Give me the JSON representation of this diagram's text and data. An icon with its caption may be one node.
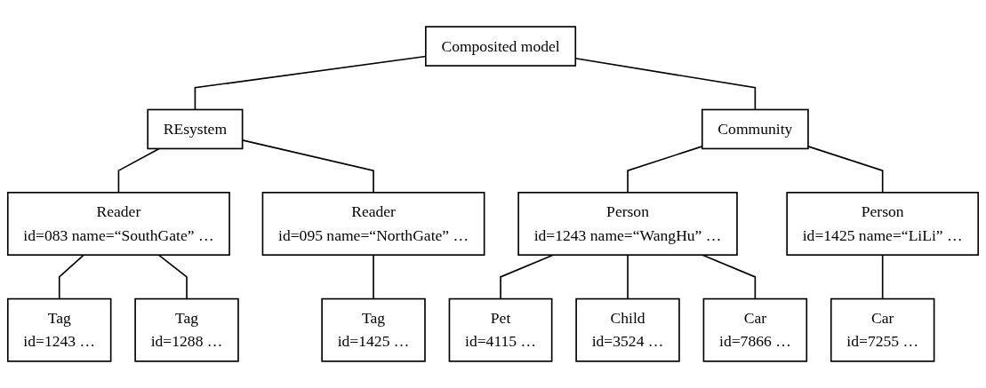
{
  "diagram": {
    "nodes": [
      {
        "text": [
          "Composited model"
        ]
      },
      {
        "text": [
          "REsystem"
        ]
      },
      {
        "text": [
          "Community"
        ]
      },
      {
        "text": [
          "Reader",
          "id=083 name=“SouthGate” …"
        ]
      },
      {
        "text": [
          "Reader",
          "id=095 name=“NorthGate” …"
        ]
      },
      {
        "text": [
          "Person",
          "id=1243 name=“WangHu” …"
        ]
      },
      {
        "text": [
          "Person",
          "id=1425 name=“LiLi” …"
        ]
      },
      {
        "text": [
          "Tag",
          "id=1243 …"
        ]
      },
      {
        "text": [
          "Tag",
          "id=1288 …"
        ]
      },
      {
        "text": [
          "Tag",
          "id=1425 …"
        ]
      },
      {
        "text": [
          "Pet",
          "id=4115 …"
        ]
      },
      {
        "text": [
          "Child",
          "id=3524 …"
        ]
      },
      {
        "text": [
          "Car",
          "id=7866 …"
        ]
      },
      {
        "text": [
          "Car",
          "id=7255 …"
        ]
      }
    ],
    "edges": [
      {
        "from": 0,
        "to": 1,
        "arrow": "none"
      },
      {
        "from": 0,
        "to": 2,
        "arrow": "none"
      },
      {
        "from": 1,
        "to": 3,
        "arrow": "none"
      },
      {
        "from": 1,
        "to": 4,
        "arrow": "none"
      },
      {
        "from": 2,
        "to": 5,
        "arrow": "none"
      },
      {
        "from": 2,
        "to": 6,
        "arrow": "none"
      },
      {
        "from": 3,
        "to": 7,
        "arrow": "none"
      },
      {
        "from": 3,
        "to": 8,
        "arrow": "none"
      },
      {
        "from": 4,
        "to": 9,
        "arrow": "none"
      },
      {
        "from": 5,
        "to": 10,
        "arrow": "none"
      },
      {
        "from": 5,
        "to": 11,
        "arrow": "none"
      },
      {
        "from": 5,
        "to": 12,
        "arrow": "none"
      },
      {
        "from": 6,
        "to": 13,
        "arrow": "none"
      }
    ]
  }
}
